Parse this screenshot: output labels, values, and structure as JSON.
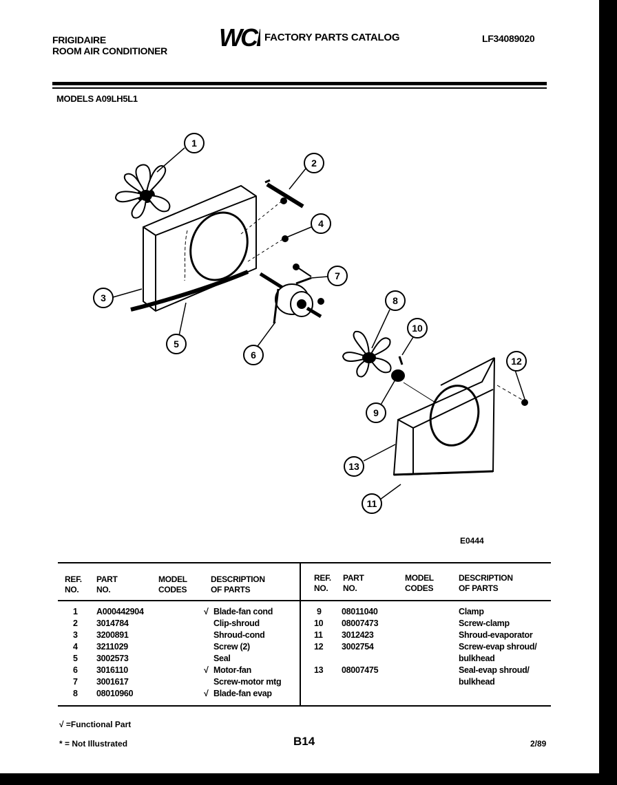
{
  "header": {
    "brand": "FRIGIDAIRE",
    "product": "ROOM AIR CONDITIONER",
    "logo_text": "WCI",
    "catalog_title": "FACTORY PARTS CATALOG",
    "catalog_code": "LF34089020"
  },
  "models_line": "MODELS A09LH5L1",
  "figure_code": "E0444",
  "callouts": [
    "1",
    "2",
    "3",
    "4",
    "5",
    "6",
    "7",
    "8",
    "9",
    "10",
    "11",
    "12",
    "13"
  ],
  "table": {
    "headers": {
      "ref": "REF.",
      "ref2": "NO.",
      "part": "PART",
      "part2": "NO.",
      "model": "MODEL",
      "model2": "CODES",
      "desc": "DESCRIPTION",
      "desc2": "OF PARTS"
    },
    "left_rows": [
      {
        "ref": "1",
        "part": "A000442904",
        "mark": "√",
        "desc": "Blade-fan cond"
      },
      {
        "ref": "2",
        "part": "3014784",
        "mark": "",
        "desc": "Clip-shroud"
      },
      {
        "ref": "3",
        "part": "3200891",
        "mark": "",
        "desc": "Shroud-cond"
      },
      {
        "ref": "4",
        "part": "3211029",
        "mark": "",
        "desc": "Screw (2)"
      },
      {
        "ref": "5",
        "part": "3002573",
        "mark": "",
        "desc": "Seal"
      },
      {
        "ref": "6",
        "part": "3016110",
        "mark": "√",
        "desc": "Motor-fan"
      },
      {
        "ref": "7",
        "part": "3001617",
        "mark": "",
        "desc": "Screw-motor mtg"
      },
      {
        "ref": "8",
        "part": "08010960",
        "mark": "√",
        "desc": "Blade-fan evap"
      }
    ],
    "right_rows": [
      {
        "ref": "9",
        "part": "08011040",
        "desc": "Clamp",
        "desc2": ""
      },
      {
        "ref": "10",
        "part": "08007473",
        "desc": "Screw-clamp",
        "desc2": ""
      },
      {
        "ref": "11",
        "part": "3012423",
        "desc": "Shroud-evaporator",
        "desc2": ""
      },
      {
        "ref": "12",
        "part": "3002754",
        "desc": "Screw-evap shroud/",
        "desc2": "bulkhead"
      },
      {
        "ref": "13",
        "part": "08007475",
        "desc": "Seal-evap shroud/",
        "desc2": "bulkhead"
      }
    ]
  },
  "footer": {
    "functional_note": "√ =Functional Part",
    "not_illustrated_note": "* = Not Illustrated",
    "page": "B14",
    "date": "2/89"
  }
}
